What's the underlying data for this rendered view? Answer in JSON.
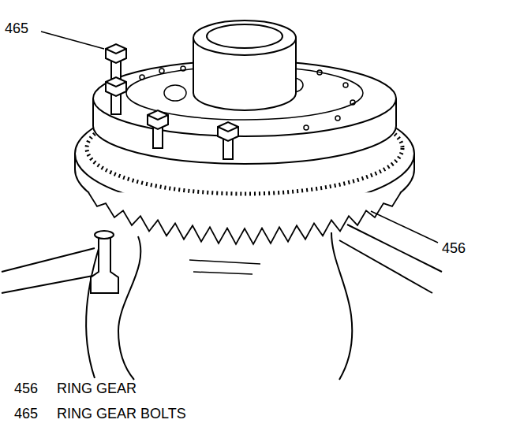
{
  "diagram": {
    "labels": [
      "465",
      "456",
      "456",
      "RING GEAR",
      "465",
      "RING GEAR BOLTS"
    ]
  }
}
